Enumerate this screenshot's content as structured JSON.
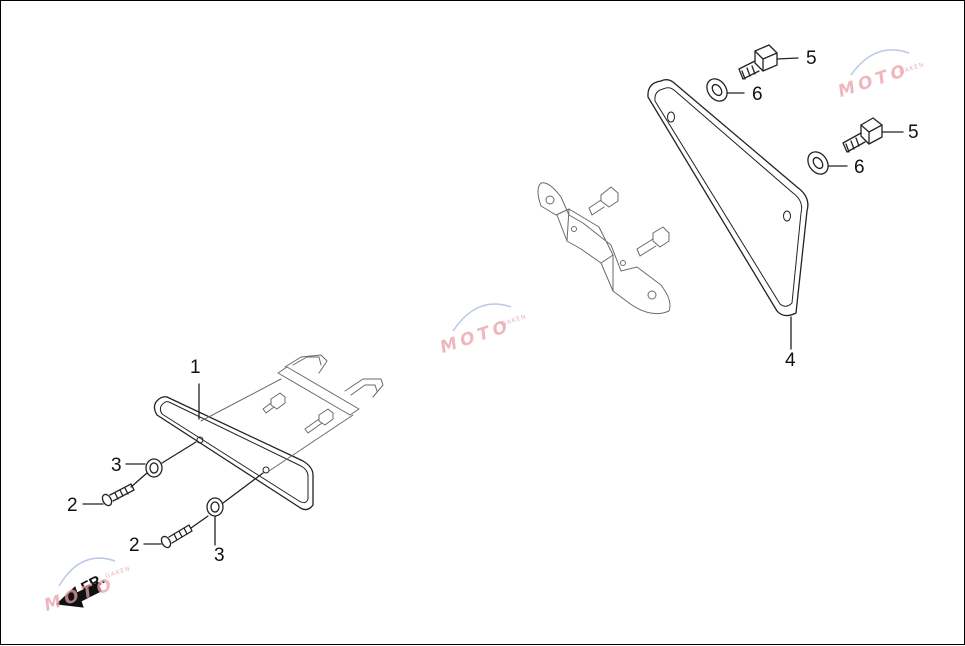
{
  "diagram": {
    "callouts": {
      "c1": "1",
      "c2a": "2",
      "c2b": "2",
      "c3a": "3",
      "c3b": "3",
      "c4": "4",
      "c5a": "5",
      "c5b": "5",
      "c6a": "6",
      "c6b": "6"
    },
    "front_label": "FR.",
    "watermark": {
      "text": "MOTO",
      "sub": "GAKEN"
    },
    "colors": {
      "line": "#222222",
      "faint": "#6a6a6a",
      "watermark": "#e9a0a8",
      "swoosh": "#8fa2d8"
    }
  }
}
